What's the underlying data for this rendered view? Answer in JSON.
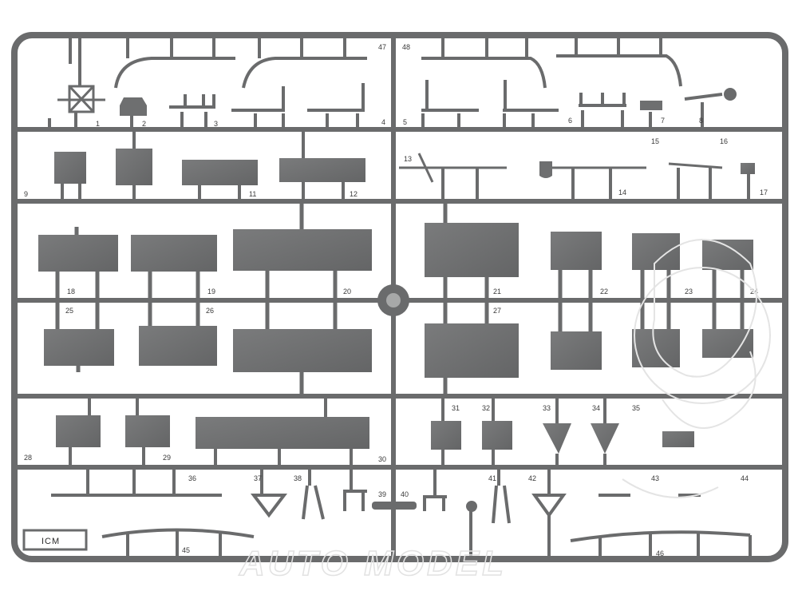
{
  "brand_label": "ICM",
  "watermark": "AUTO MODEL",
  "part_numbers": [
    "1",
    "2",
    "3",
    "4",
    "5",
    "6",
    "7",
    "8",
    "9",
    "11",
    "12",
    "13",
    "14",
    "15",
    "16",
    "17",
    "18",
    "19",
    "20",
    "21",
    "22",
    "23",
    "24",
    "25",
    "26",
    "27",
    "28",
    "29",
    "30",
    "31",
    "32",
    "33",
    "34",
    "35",
    "36",
    "37",
    "38",
    "39",
    "40",
    "41",
    "42",
    "43",
    "44",
    "45",
    "46",
    "47",
    "48"
  ],
  "colors": {
    "plastic": "#6e6f70",
    "plastic_dark": "#585959",
    "plastic_light": "#888989",
    "background": "#ffffff"
  }
}
